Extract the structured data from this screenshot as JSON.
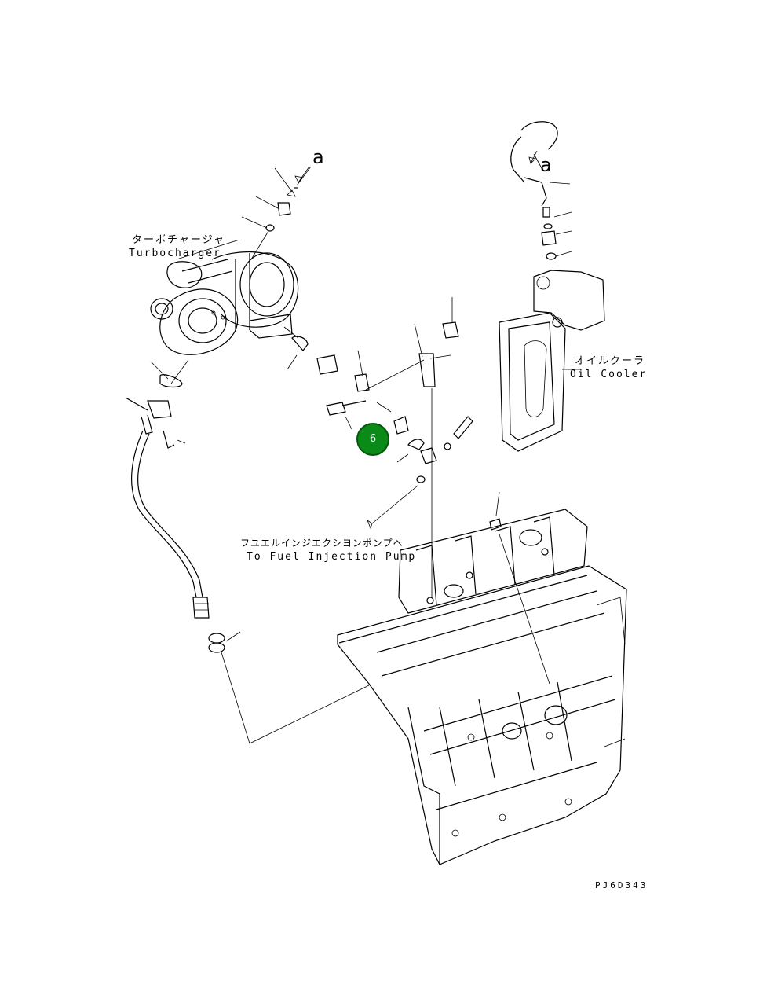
{
  "labels": {
    "turbocharger_jp": "ターボチャージャ",
    "turbocharger_en": "Turbocharger",
    "oil_cooler_jp": "オイルクーラ",
    "oil_cooler_en": "Oil Cooler",
    "fuel_pump_jp": "フユエルインジエクシヨンポンプへ",
    "fuel_pump_en": "To Fuel Injection Pump",
    "callout_left": "a",
    "callout_right": "a",
    "drawing_number": "PJ6D343"
  },
  "hotspot": {
    "label": "6",
    "color": "#0a8a16"
  }
}
